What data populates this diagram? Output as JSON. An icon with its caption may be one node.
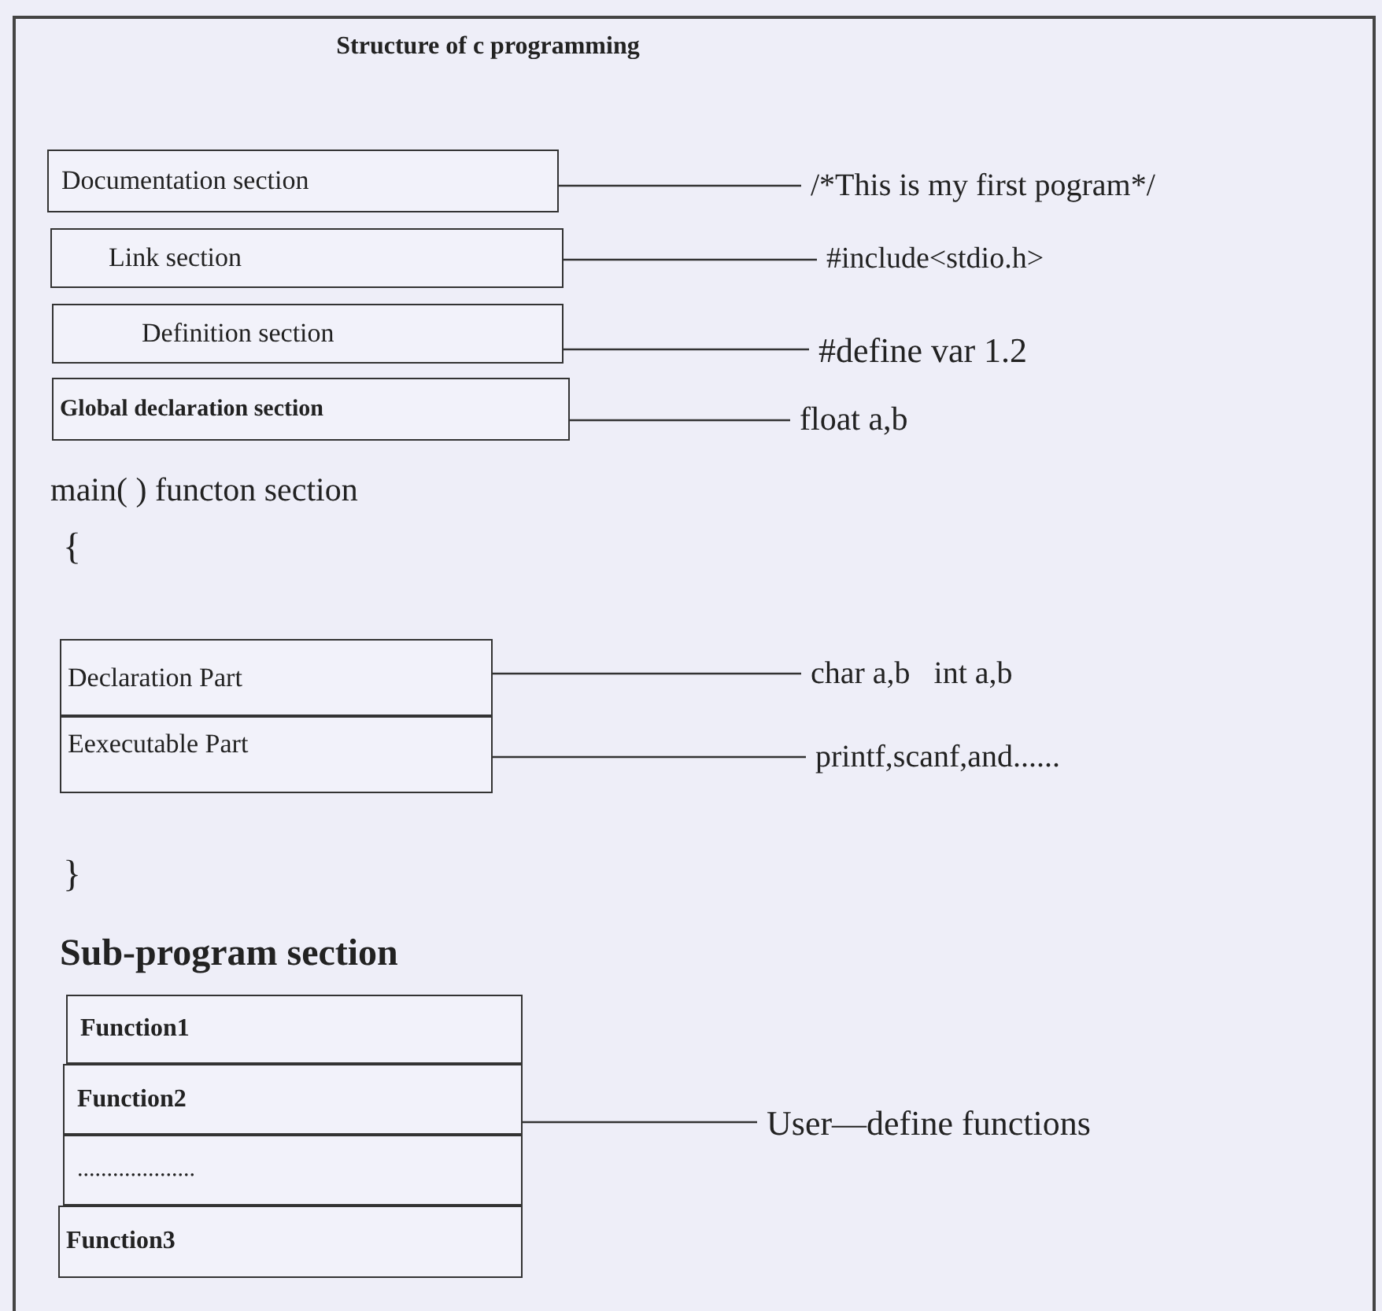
{
  "diagram": {
    "title": "Structure of c programming",
    "nodes": [
      {
        "text": [
          "Documentation section"
        ]
      },
      {
        "text": [
          "/*This is my first pogram*/"
        ]
      },
      {
        "text": [
          "Link section"
        ]
      },
      {
        "text": [
          "#include<stdio.h>"
        ]
      },
      {
        "text": [
          "Definition section"
        ]
      },
      {
        "text": [
          "#define var 1.2"
        ]
      },
      {
        "text": [
          "Global declaration section"
        ]
      },
      {
        "text": [
          "float a,b"
        ]
      },
      {
        "text": [
          "Declaration Part"
        ]
      },
      {
        "text": [
          "char a,b   int a,b"
        ]
      },
      {
        "text": [
          "Eexecutable Part"
        ]
      },
      {
        "text": [
          "printf,scanf,and......"
        ]
      },
      {
        "text": [
          "Function1"
        ]
      },
      {
        "text": [
          "Function2"
        ]
      },
      {
        "text": [
          "...................."
        ]
      },
      {
        "text": [
          "Function3"
        ]
      },
      {
        "text": [
          "User—define functions"
        ]
      }
    ],
    "edges": [
      {
        "from": 0,
        "to": 1,
        "arrow": "none"
      },
      {
        "from": 2,
        "to": 3,
        "arrow": "none"
      },
      {
        "from": 4,
        "to": 5,
        "arrow": "none"
      },
      {
        "from": 6,
        "to": 7,
        "arrow": "none"
      },
      {
        "from": 8,
        "to": 9,
        "arrow": "none"
      },
      {
        "from": 10,
        "to": 11,
        "arrow": "none"
      },
      {
        "from": 13,
        "to": 16,
        "arrow": "none"
      }
    ],
    "labels": [
      "main( ) functon section",
      "{",
      "}",
      "Sub-program section"
    ]
  }
}
